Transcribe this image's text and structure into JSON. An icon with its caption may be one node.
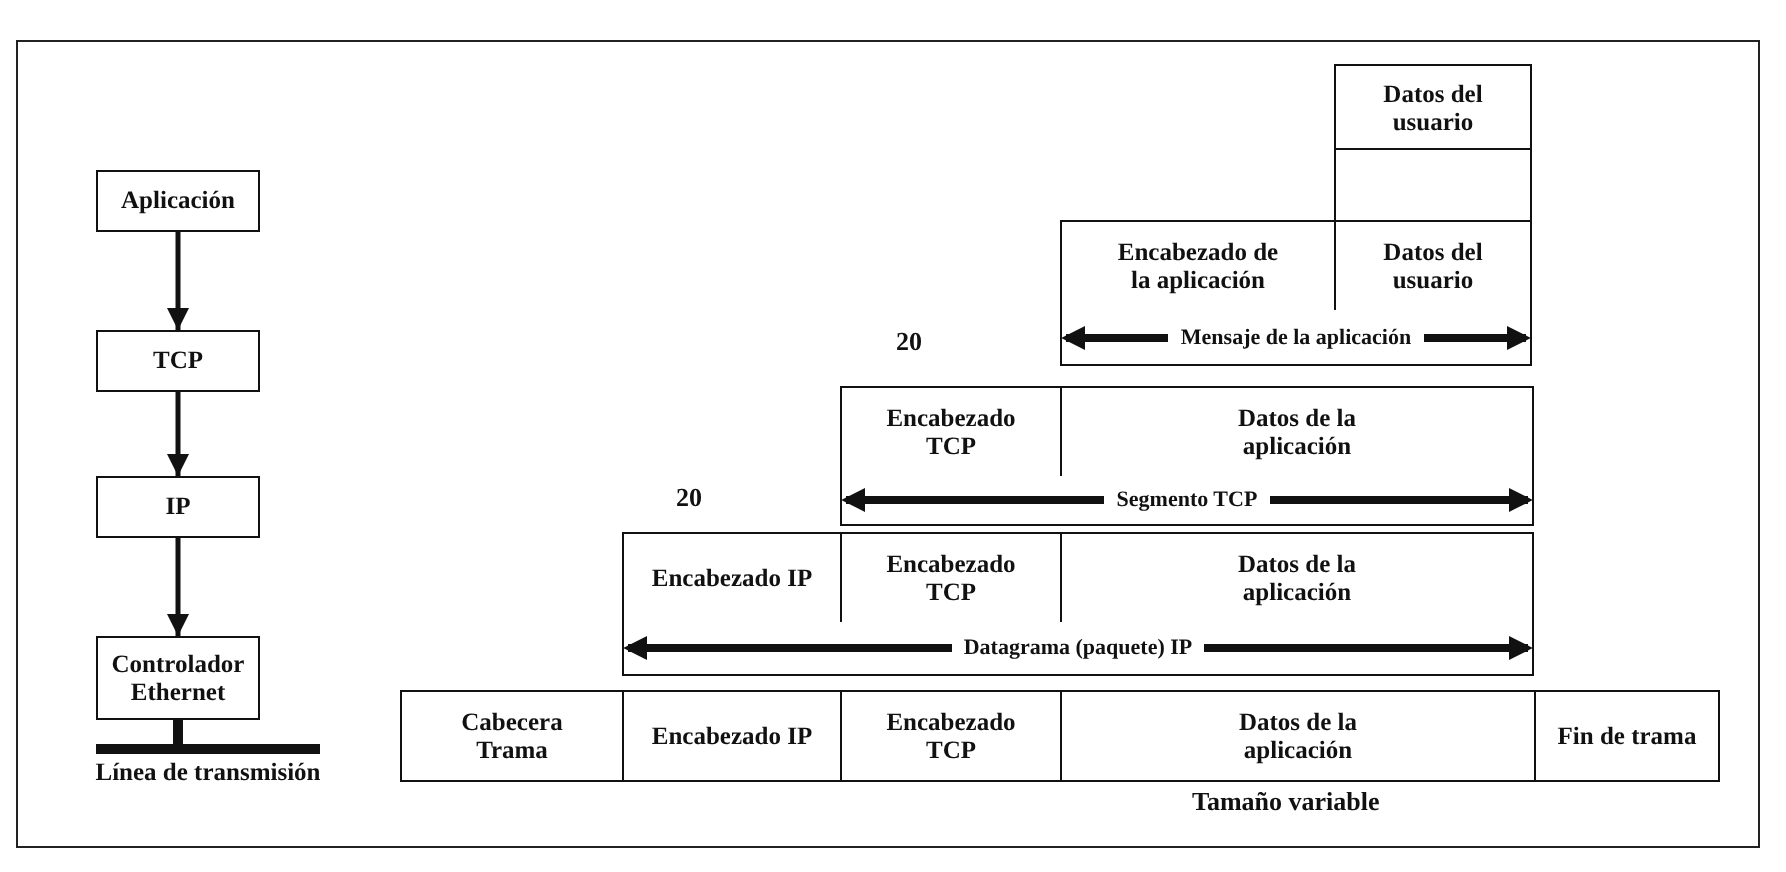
{
  "diagram": {
    "nodes": [
      {
        "text": [
          "Aplicación"
        ]
      },
      {
        "text": [
          "TCP"
        ]
      },
      {
        "text": [
          "IP"
        ]
      },
      {
        "text": [
          "Controlador Ethernet"
        ]
      },
      {
        "text": [
          "Línea de transmisión"
        ]
      },
      {
        "text": [
          "Datos del usuario"
        ]
      },
      {
        "text": [],
        "shape": "box"
      },
      {
        "text": [
          "Encabezado de la aplicación"
        ]
      },
      {
        "text": [
          "Datos del usuario"
        ]
      },
      {
        "text": [
          "Mensaje de la aplicación"
        ]
      },
      {
        "text": [
          "Encabezado TCP"
        ]
      },
      {
        "text": [
          "Datos de la aplicación"
        ]
      },
      {
        "text": [
          "Segmento TCP"
        ]
      },
      {
        "text": [
          "Encabezado IP"
        ]
      },
      {
        "text": [
          "Encabezado TCP"
        ]
      },
      {
        "text": [
          "Datos de la aplicación"
        ]
      },
      {
        "text": [
          "Datagrama (paquete) IP"
        ]
      },
      {
        "text": [
          "Cabecera Trama"
        ]
      },
      {
        "text": [
          "Encabezado IP"
        ]
      },
      {
        "text": [
          "Encabezado TCP"
        ]
      },
      {
        "text": [
          "Datos de la aplicación"
        ]
      },
      {
        "text": [
          "Fin de trama"
        ]
      }
    ],
    "edges": [
      {
        "from": 0,
        "to": 1,
        "arrow": "to"
      },
      {
        "from": 1,
        "to": 2,
        "arrow": "to"
      },
      {
        "from": 2,
        "to": 3,
        "arrow": "to"
      },
      {
        "from": 3,
        "to": 4,
        "arrow": "none",
        "style": "thick"
      }
    ],
    "labels": [
      "20",
      "20",
      "Tamaño variable"
    ]
  }
}
